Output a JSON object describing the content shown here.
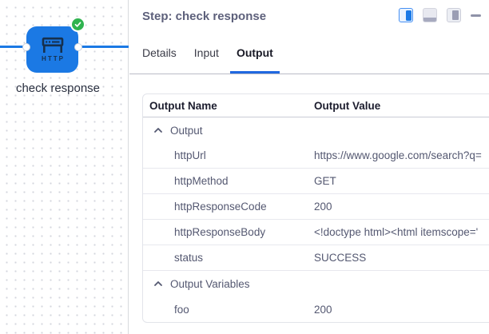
{
  "canvas": {
    "node_label": "check response",
    "node_icon_text": "HTTP",
    "node_status": "success"
  },
  "panel": {
    "title": "Step: check response",
    "tabs": [
      {
        "label": "Details",
        "active": false
      },
      {
        "label": "Input",
        "active": false
      },
      {
        "label": "Output",
        "active": true
      }
    ],
    "controls": [
      {
        "icon": "layout-split-view",
        "active": true
      },
      {
        "icon": "layout-bottom-panel",
        "active": false
      },
      {
        "icon": "layout-right-panel",
        "active": false
      },
      {
        "icon": "minimize",
        "active": false
      }
    ],
    "table": {
      "columns": [
        "Output Name",
        "Output Value"
      ],
      "rows": [
        {
          "type": "group",
          "name": "Output"
        },
        {
          "type": "item",
          "name": "httpUrl",
          "value": "https://www.google.com/search?q="
        },
        {
          "type": "item",
          "name": "httpMethod",
          "value": "GET"
        },
        {
          "type": "item",
          "name": "httpResponseCode",
          "value": "200"
        },
        {
          "type": "item",
          "name": "httpResponseBody",
          "value": "<!doctype html><html itemscope='"
        },
        {
          "type": "item",
          "name": "status",
          "value": "SUCCESS"
        },
        {
          "type": "group",
          "name": "Output Variables"
        },
        {
          "type": "item",
          "name": "foo",
          "value": "200"
        }
      ]
    }
  },
  "colors": {
    "node_blue": "#1b79e4",
    "badge_green": "#2fb34f",
    "accent_blue": "#2068e0"
  }
}
